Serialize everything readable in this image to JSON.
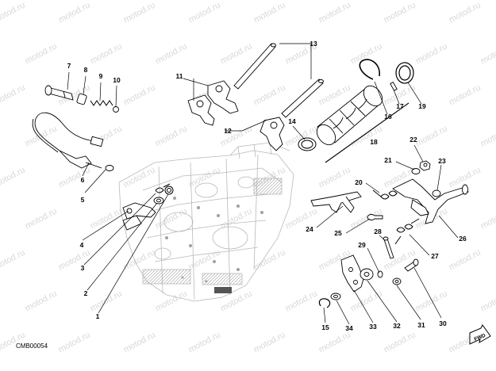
{
  "watermark_text": "motod.ru",
  "diagram_code": "CMB00054",
  "fwd_label": "FWD",
  "labels": {
    "p1": "1",
    "p2": "2",
    "p3": "3",
    "p4": "4",
    "p5": "5",
    "p6": "6",
    "p7": "7",
    "p8": "8",
    "p9": "9",
    "p10": "10",
    "p11": "11",
    "p12": "12",
    "p13": "13",
    "p14": "14",
    "p15": "15",
    "p16": "16",
    "p17": "17",
    "p18": "18",
    "p19": "19",
    "p20": "20",
    "p21": "21",
    "p22": "22",
    "p23": "23",
    "p24": "24",
    "p25": "25",
    "p26": "26",
    "p27": "27",
    "p28": "28",
    "p29": "29",
    "p30": "30",
    "p31": "31",
    "p32": "32",
    "p33": "33",
    "p34": "34"
  }
}
